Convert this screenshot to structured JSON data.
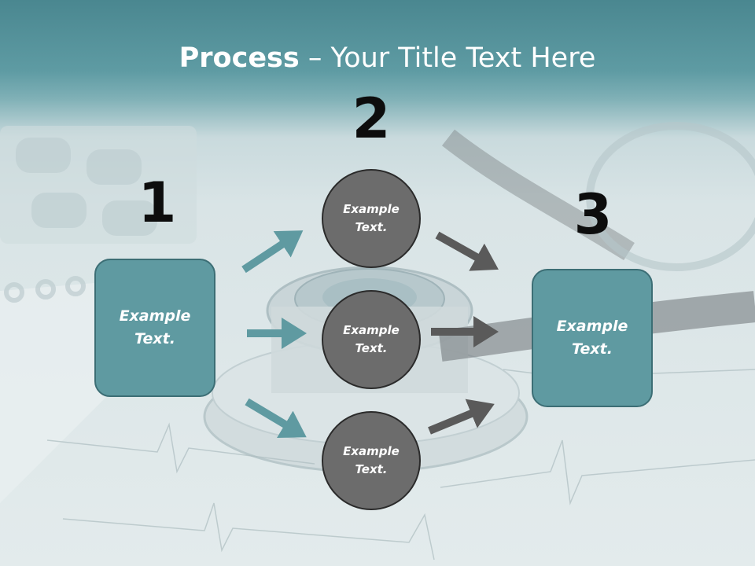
{
  "title": {
    "bold": "Process",
    "rest": " – Your Title Text Here"
  },
  "steps": [
    {
      "number": "1",
      "label": "Example\nText."
    },
    {
      "number": "2"
    },
    {
      "number": "3",
      "label": "Example\nText."
    }
  ],
  "circles": [
    {
      "label": "Example\nText."
    },
    {
      "label": "Example\nText."
    },
    {
      "label": "Example\nText."
    }
  ],
  "colors": {
    "box": "#5f9aa1",
    "circle": "#6c6c6c",
    "arrow_teal": "#5f9aa1",
    "arrow_gray": "#5a5a5a"
  }
}
